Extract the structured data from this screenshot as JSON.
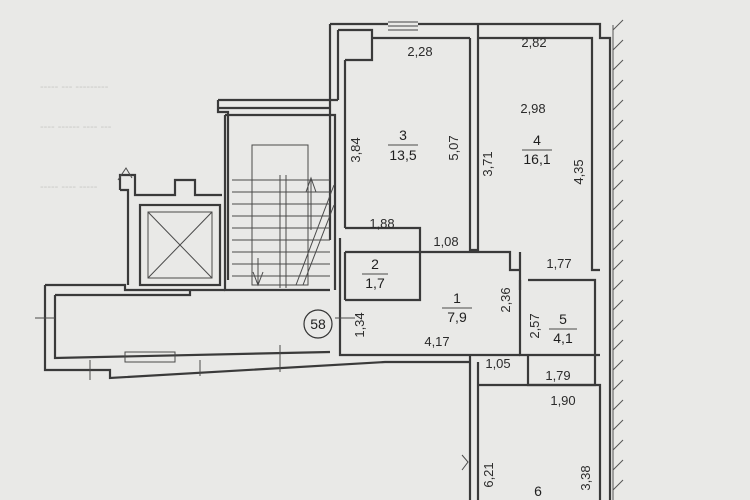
{
  "plan": {
    "apartment_no": "58",
    "rooms": [
      {
        "num": "1",
        "area": "7,9"
      },
      {
        "num": "2",
        "area": "1,7"
      },
      {
        "num": "3",
        "area": "13,5"
      },
      {
        "num": "4",
        "area": "16,1"
      },
      {
        "num": "5",
        "area": "4,1"
      },
      {
        "num": "6",
        "area": ""
      }
    ],
    "dimensions": {
      "r3_top": "2,28",
      "r3_left": "3,84",
      "r3_right": "5,07",
      "r3_bottom": "1,88",
      "r4_top": "2,82",
      "r4_inner_top": "2,98",
      "r4_left": "3,71",
      "r4_right": "4,35",
      "r4_bottom": "1,77",
      "door_gap": "1,08",
      "r1_right": "2,36",
      "r1_left": "1,34",
      "r1_bottom": "4,17",
      "r5_left": "2,57",
      "r5_bottom": "1,79",
      "corridor_top": "1,05",
      "r6_top": "1,90",
      "r6_left": "6,21",
      "r6_right": "3,38"
    }
  }
}
